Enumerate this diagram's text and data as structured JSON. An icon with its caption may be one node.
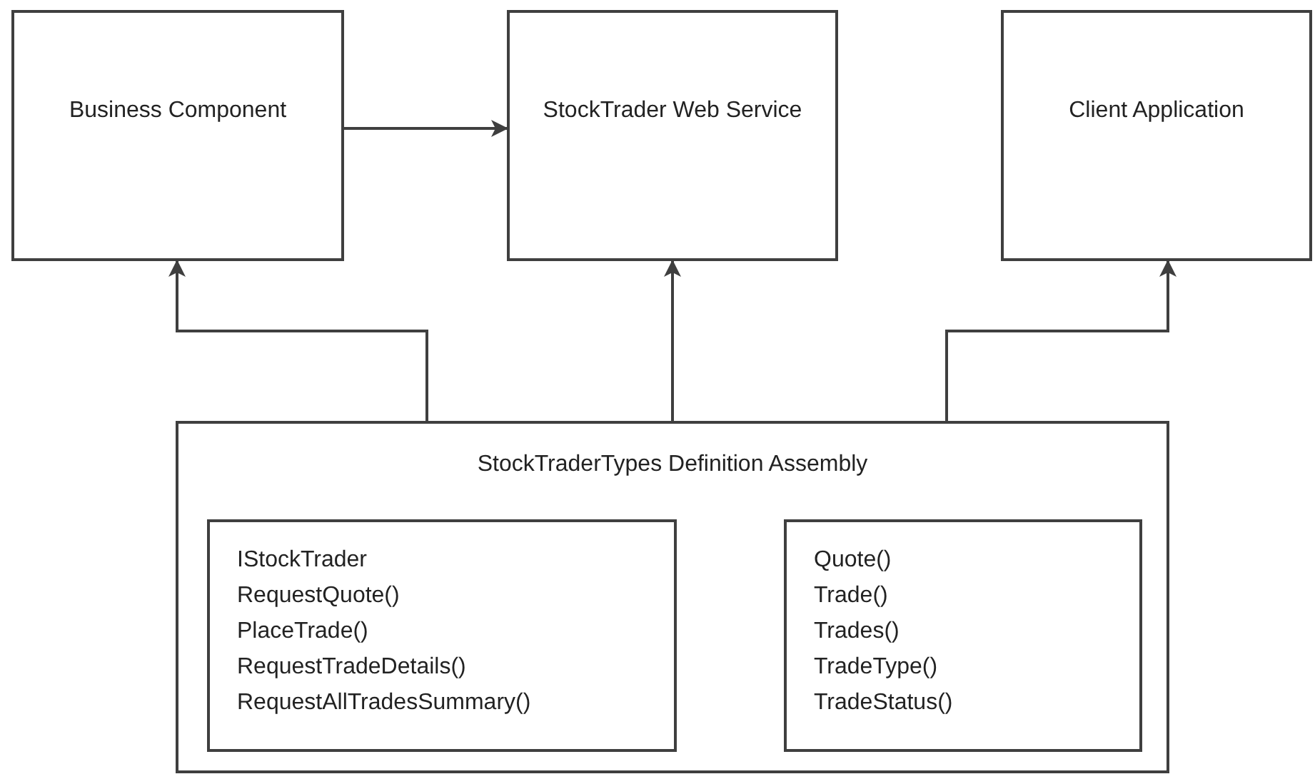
{
  "diagram": {
    "nodes": [
      {
        "text": [
          "Business Component"
        ]
      },
      {
        "text": [
          "StockTrader Web Service"
        ]
      },
      {
        "text": [
          "Client Application"
        ]
      },
      {
        "text": [
          "StockTraderTypes Definition Assembly"
        ]
      },
      {
        "text": [
          "IStockTrader",
          "RequestQuote()",
          "PlaceTrade()",
          "RequestTradeDetails()",
          "RequestAllTradesSummary()"
        ],
        "in": 3
      },
      {
        "text": [
          "Quote()",
          "Trade()",
          "Trades()",
          "TradeType()",
          "TradeStatus()"
        ],
        "in": 3
      }
    ],
    "edges": [
      {
        "from": 0,
        "to": 1,
        "arrow": "to"
      },
      {
        "from": 3,
        "to": 0,
        "arrow": "to"
      },
      {
        "from": 3,
        "to": 1,
        "arrow": "to"
      },
      {
        "from": 3,
        "to": 2,
        "arrow": "to"
      }
    ]
  }
}
